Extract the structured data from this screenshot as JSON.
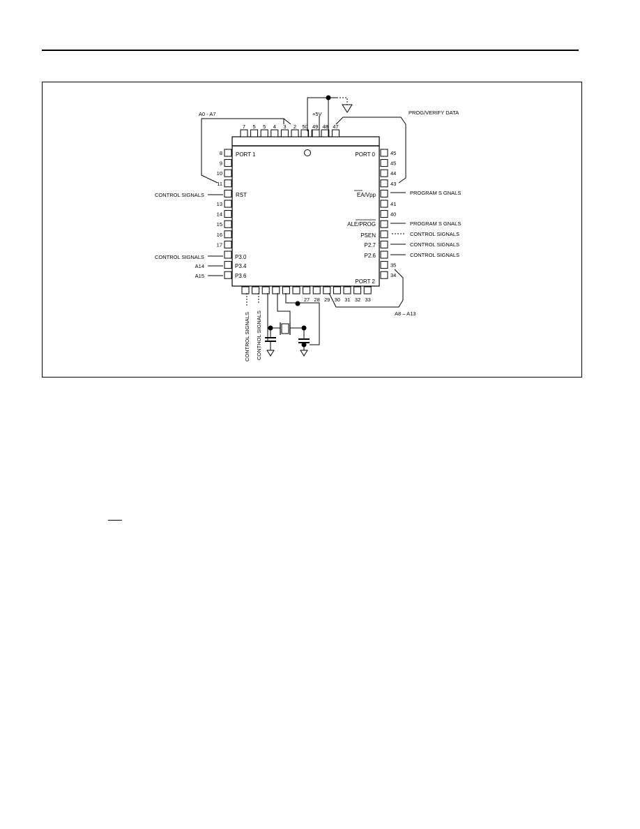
{
  "diagram": {
    "chip": {
      "port_labels": {
        "port1": "PORT 1",
        "port0": "PORT 0",
        "port2": "PORT 2"
      },
      "inner_labels": {
        "rst": "RST",
        "ea": "EA/Vpp",
        "ale": "ALE/PROG",
        "psen": "PSEN",
        "p27": "P2.7",
        "p26": "P2.6",
        "p30": "P3.0",
        "p34": "P3.4",
        "p36": "P3.6"
      }
    },
    "pins": {
      "top": [
        "7",
        "5",
        "5",
        "4",
        "3",
        "2",
        "50",
        "49",
        "48",
        "47"
      ],
      "left": [
        "8",
        "9",
        "10",
        "11",
        "",
        "13",
        "14",
        "15",
        "16",
        "17",
        "",
        "",
        ""
      ],
      "right": [
        "45",
        "45",
        "44",
        "43",
        "",
        "41",
        "40",
        "",
        "",
        "",
        "",
        "35",
        "34"
      ],
      "bottom": [
        "27",
        "28",
        "29",
        "30",
        "31",
        "32",
        "33"
      ]
    },
    "signals": {
      "a0_a7": "A0 - A7",
      "plus5v": "+5V",
      "prog_verify_data": "PROG/VERIFY DATA",
      "left_control_1": "CONTROL SIGNALS",
      "left_control_2": "CONTROL SIGNALS",
      "a14": "A14",
      "a15": "A15",
      "right_program_1": "PROGRAM S GNALS",
      "right_program_2": "PROGRAM S GNALS",
      "right_control_1": "CONTROL SIGNALS",
      "right_control_2": "CONTROL SIGNALS",
      "right_control_3": "CONTROL SIGNALS",
      "bottom_control_1": "CONTROL SIGNALS",
      "bottom_control_2": "CONTHOL SIGNALS",
      "a8_a13": "A8 – A13"
    }
  }
}
